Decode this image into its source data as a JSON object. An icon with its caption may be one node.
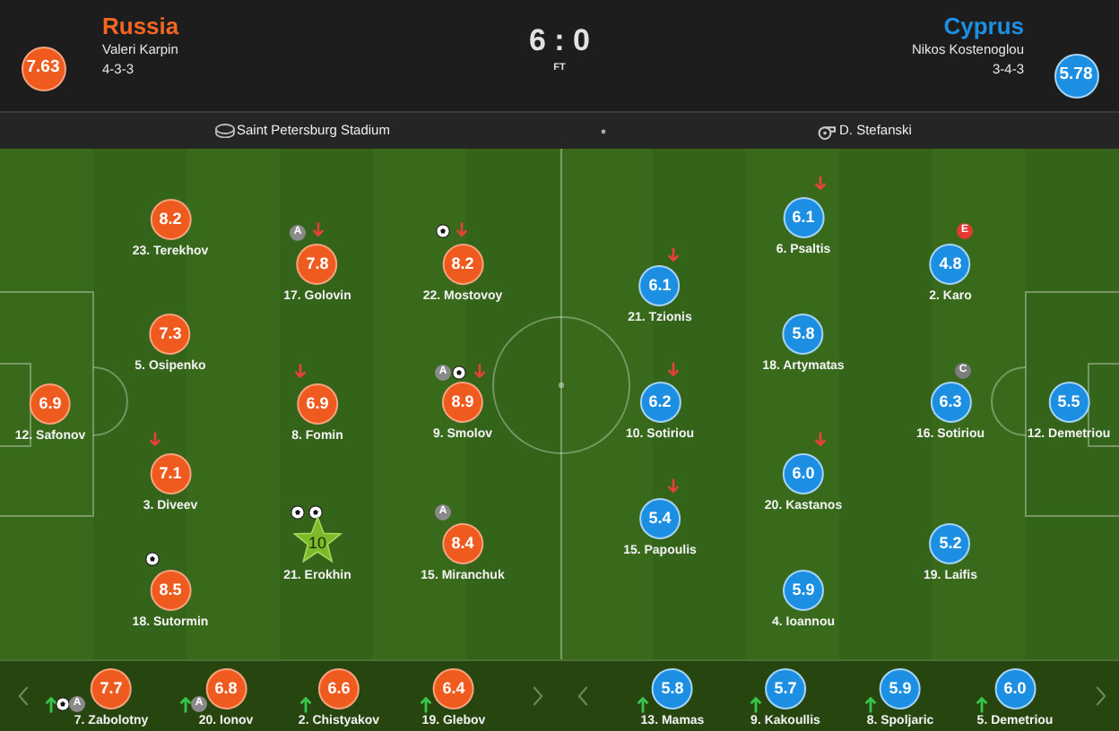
{
  "diagram": {
    "nodes": [
      {
        "text": [
          "7.63"
        ]
      },
      {
        "text": [
          "5.78"
        ]
      },
      {
        "text": [
          "8.2"
        ],
        "beside": [
          "23. Terekhov"
        ]
      },
      {
        "text": [
          "A"
        ]
      },
      {
        "text": [
          "7.8"
        ],
        "beside": [
          "17. Golovin"
        ]
      },
      {
        "text": [
          "8.2"
        ],
        "beside": [
          "22. Mostovoy"
        ]
      },
      {
        "text": [
          "7.3"
        ],
        "beside": [
          "5. Osipenko"
        ]
      },
      {
        "text": [
          "6.9"
        ],
        "beside": [
          "12. Safonov"
        ]
      },
      {
        "text": [
          "6.9"
        ],
        "beside": [
          "8. Fomin"
        ]
      },
      {
        "text": [
          "A"
        ]
      },
      {
        "text": [
          "8.9"
        ],
        "beside": [
          "9. Smolov"
        ]
      },
      {
        "text": [
          "7.1"
        ],
        "beside": [
          "3. Diveev"
        ]
      },
      {
        "text": [
          "10"
        ],
        "beside": [
          "21. Erokhin"
        ]
      },
      {
        "text": [
          "A"
        ]
      },
      {
        "text": [
          "8.4"
        ],
        "beside": [
          "15. Miranchuk"
        ]
      },
      {
        "text": [
          "8.5"
        ],
        "beside": [
          "18. Sutormin"
        ]
      },
      {
        "text": [
          "6.1"
        ],
        "beside": [
          "6. Psaltis"
        ]
      },
      {
        "text": [
          "E"
        ]
      },
      {
        "text": [
          "4.8"
        ],
        "beside": [
          "2. Karo"
        ]
      },
      {
        "text": [
          "6.1"
        ],
        "beside": [
          "21. Tzionis"
        ]
      },
      {
        "text": [
          "5.8"
        ],
        "beside": [
          "18. Artymatas"
        ]
      },
      {
        "text": [
          "6.2"
        ],
        "beside": [
          "10. Sotiriou"
        ]
      },
      {
        "text": [
          "C"
        ]
      },
      {
        "text": [
          "6.3"
        ],
        "beside": [
          "16. Sotiriou"
        ]
      },
      {
        "text": [
          "5.5"
        ],
        "beside": [
          "12. Demetriou"
        ]
      },
      {
        "text": [
          "6.0"
        ],
        "beside": [
          "20. Kastanos"
        ]
      },
      {
        "text": [
          "5.4"
        ],
        "beside": [
          "15. Papoulis"
        ]
      },
      {
        "text": [
          "5.2"
        ],
        "beside": [
          "19. Laifis"
        ]
      },
      {
        "text": [
          "5.9"
        ],
        "beside": [
          "4. Ioannou"
        ]
      },
      {
        "text": [
          "7.7"
        ],
        "beside": [
          "7. Zabolotny"
        ]
      },
      {
        "text": [
          "A"
        ]
      },
      {
        "text": [
          "6.8"
        ],
        "beside": [
          "20. Ionov"
        ]
      },
      {
        "text": [
          "A"
        ]
      },
      {
        "text": [
          "6.6"
        ],
        "beside": [
          "2. Chistyakov"
        ]
      },
      {
        "text": [
          "6.4"
        ],
        "beside": [
          "19. Glebov"
        ]
      },
      {
        "text": [
          "5.8"
        ],
        "beside": [
          "13. Mamas"
        ]
      },
      {
        "text": [
          "5.7"
        ],
        "beside": [
          "9. Kakoullis"
        ]
      },
      {
        "text": [
          "5.9"
        ],
        "beside": [
          "8. Spoljaric"
        ]
      },
      {
        "text": [
          "6.0"
        ],
        "beside": [
          "5. Demetriou"
        ]
      }
    ],
    "labels": [
      "Russia",
      "Valeri Karpin",
      "4-3-3",
      "6 : 0",
      "FT",
      "Cyprus",
      "Nikos Kostenoglou",
      "3-4-3",
      "Saint Petersburg Stadium",
      "D. Stefanski"
    ]
  }
}
